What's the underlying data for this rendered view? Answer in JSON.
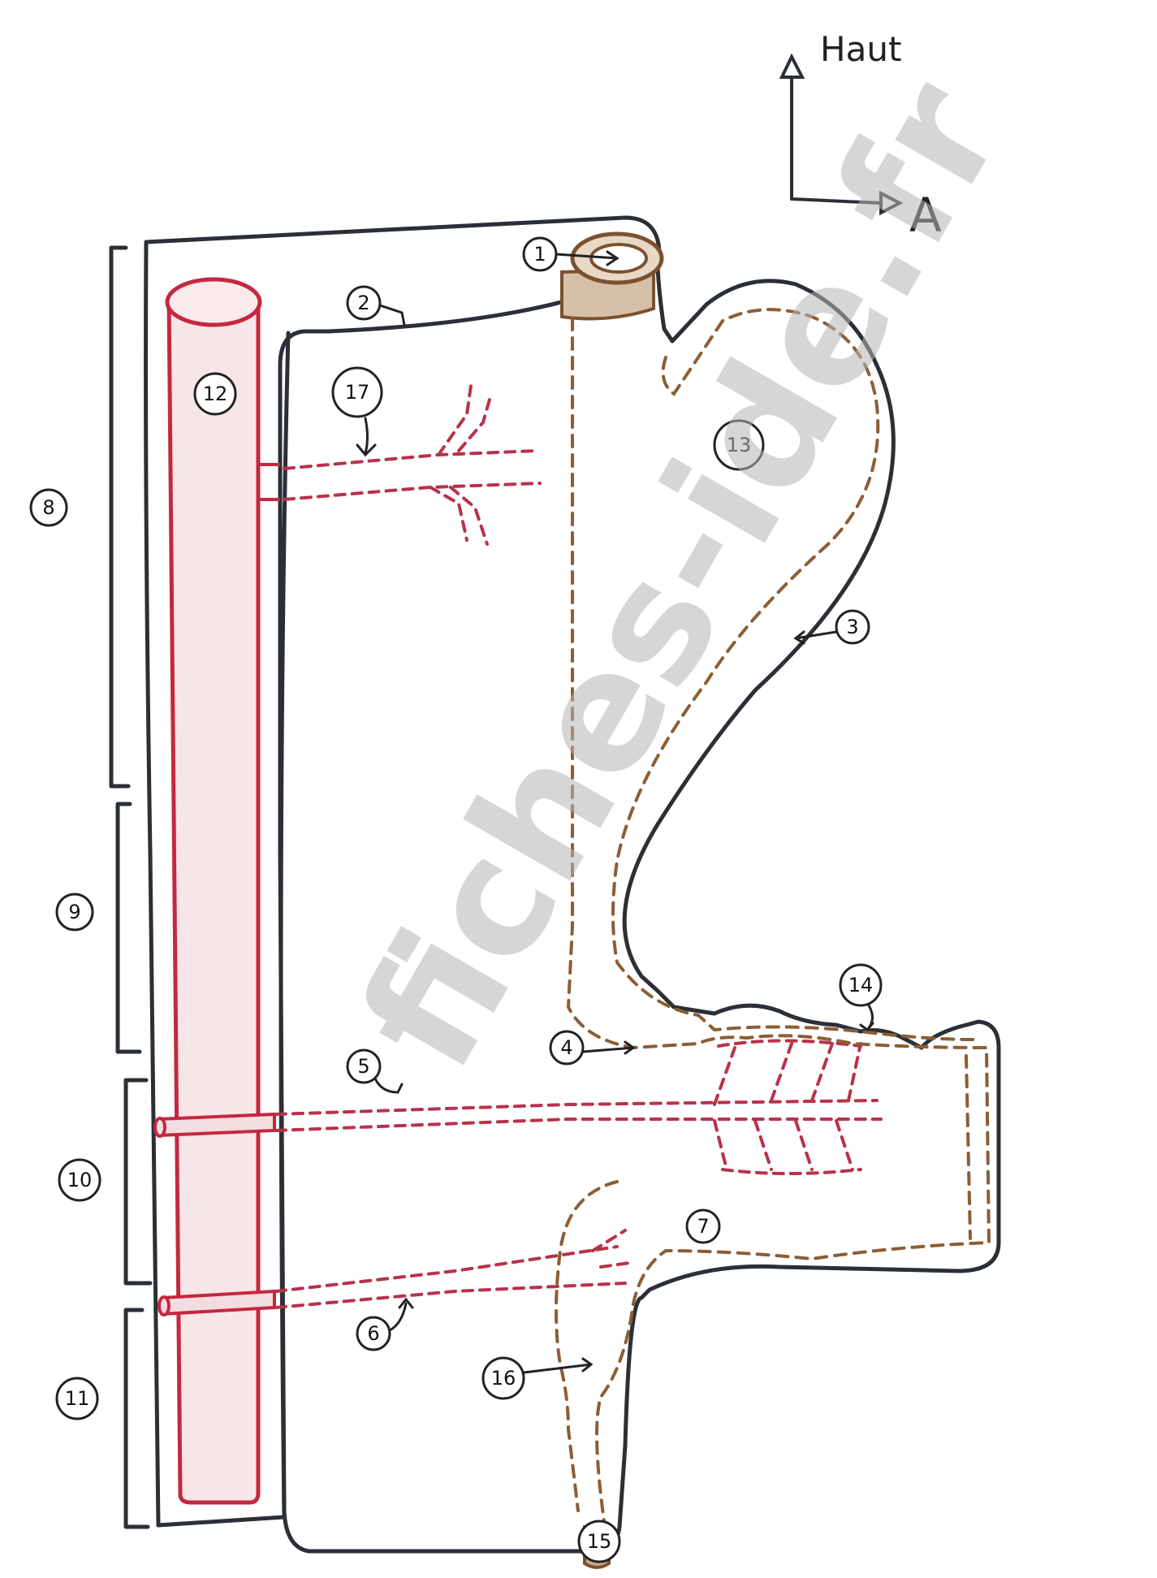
{
  "orientation": {
    "up_label": "Haut",
    "anterior_label": "A"
  },
  "labels": [
    "1",
    "2",
    "3",
    "4",
    "5",
    "6",
    "7",
    "8",
    "9",
    "10",
    "11",
    "12",
    "13",
    "14",
    "15",
    "16",
    "17"
  ],
  "watermark": "fiches-ide.fr",
  "colors": {
    "outline": "#2b3036",
    "vessel_red": "#c4283f",
    "vessel_fill": "#f7e6e8",
    "duct_brown": "#8b5e34"
  }
}
